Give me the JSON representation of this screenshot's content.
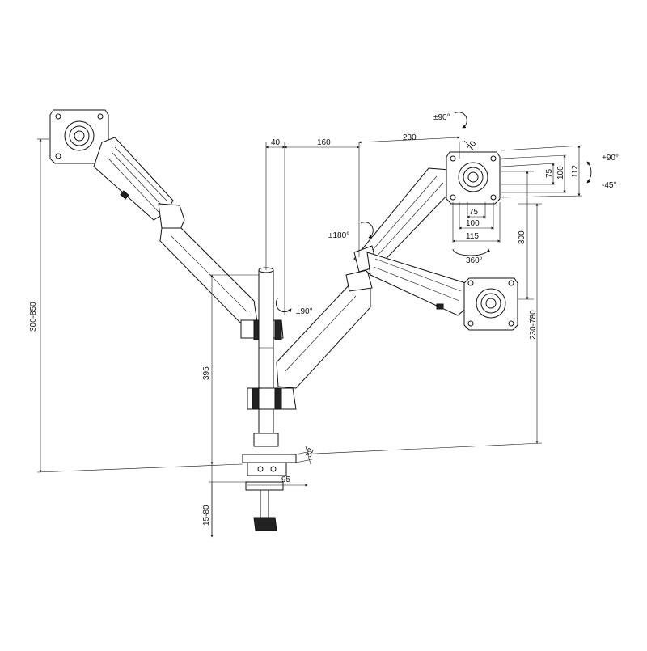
{
  "diagram": {
    "vesa_small": "75",
    "vesa_large_h": "100",
    "vesa_large_total": "115",
    "vesa_v75": "75",
    "vesa_v100": "100",
    "vesa_v112": "112",
    "dim_40": "40",
    "dim_160": "160",
    "dim_230": "230",
    "dim_70": "70",
    "dim_300": "300",
    "dim_395": "395",
    "total_height": "300-850",
    "reach_range": "230-780",
    "clamp_thickness": "15-80",
    "clamp_width": "95",
    "clamp_depth": "32",
    "rot_tilt_top": "±90°",
    "rot_swivel_arm": "±180°",
    "rot_pole": "±90°",
    "rot_360": "360°",
    "tilt_up": "+90°",
    "tilt_down": "-45°"
  }
}
